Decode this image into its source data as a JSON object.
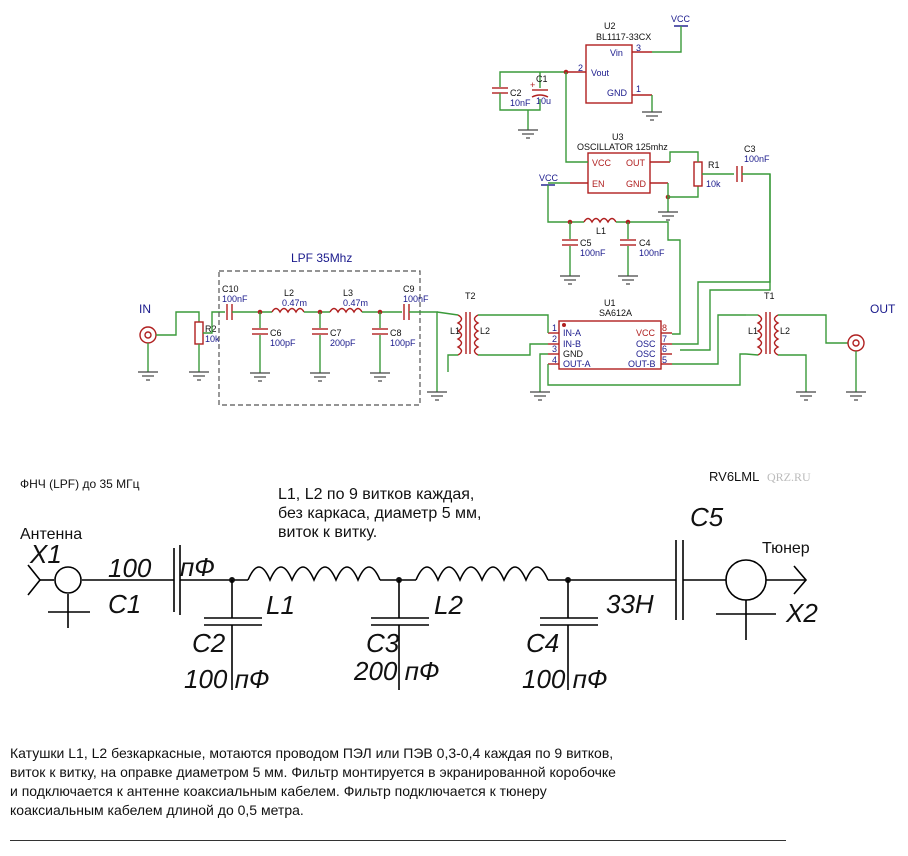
{
  "schematic": {
    "filter_title": "LPF 35Mhz",
    "in_label": "IN",
    "out_label": "OUT",
    "vcc": "VCC",
    "u2": {
      "ref": "U2",
      "part": "BL1117-33CX",
      "pin_vin": "Vin",
      "pin_vout": "Vout",
      "pin_gnd": "GND",
      "n3": "3",
      "n2": "2",
      "n1": "1"
    },
    "u3": {
      "ref": "U3",
      "part": "OSCILLATOR 125mhz",
      "vcc": "VCC",
      "en": "EN",
      "out": "OUT",
      "gnd": "GND"
    },
    "u1": {
      "ref": "U1",
      "part": "SA612A",
      "left_pins": [
        "IN-A",
        "IN-B",
        "GND",
        "OUT-A"
      ],
      "left_nums": [
        "1",
        "2",
        "3",
        "4"
      ],
      "right_pins": [
        "VCC",
        "OSC",
        "OSC",
        "OUT-B"
      ],
      "right_nums": [
        "8",
        "7",
        "6",
        "5"
      ]
    },
    "c1": {
      "ref": "C1",
      "value": "10u"
    },
    "c2": {
      "ref": "C2",
      "value": "10nF"
    },
    "c3": {
      "ref": "C3",
      "value": "100nF"
    },
    "c4": {
      "ref": "C4",
      "value": "100nF"
    },
    "c5": {
      "ref": "C5",
      "value": "100nF"
    },
    "c6": {
      "ref": "C6",
      "value": "100pF"
    },
    "c7": {
      "ref": "C7",
      "value": "200pF"
    },
    "c8": {
      "ref": "C8",
      "value": "100pF"
    },
    "c9": {
      "ref": "C9",
      "value": "100nF"
    },
    "c10": {
      "ref": "C10",
      "value": "100nF"
    },
    "l1": {
      "ref": "L1"
    },
    "l2": {
      "ref": "L2",
      "value": "0.47m"
    },
    "l3": {
      "ref": "L3",
      "value": "0.47m"
    },
    "r1": {
      "ref": "R1",
      "value": "10k"
    },
    "r2": {
      "ref": "R2",
      "value": "10k"
    },
    "t1": {
      "ref": "T1",
      "p": "L1",
      "s": "L2"
    },
    "t2": {
      "ref": "T2",
      "p": "L1",
      "s": "L2"
    }
  },
  "drawing": {
    "title": "ФНЧ (LPF) до 35 МГц",
    "author": "RV6LML",
    "watermark": "QRZ.RU",
    "coil_note": [
      "L1, L2 по 9 витков каждая,",
      "без каркаса, диаметр 5 мм,",
      "виток к витку."
    ],
    "antenna": "Антенна",
    "x1": "X1",
    "x2": "X2",
    "tuner": "Тюнер",
    "c1_value": "100",
    "c1_unit": "пФ",
    "c1_ref": "C1",
    "l1_ref": "L1",
    "l2_ref": "L2",
    "c2_ref": "C2",
    "c2_value": "100 пФ",
    "c3_ref": "C3",
    "c3_value": "200 пФ",
    "c4_ref": "C4",
    "c4_value": "100 пФ",
    "c5_ref": "C5",
    "c5_value": "33Н"
  },
  "notes": [
    "Катушки L1, L2 безкаркасные, мотаются проводом ПЭЛ или ПЭВ 0,3-0,4 каждая по 9 витков,",
    "виток к витку, на оправке диаметром 5 мм. Фильтр монтируется в экранированной коробочке",
    "и подключается к антенне коаксиальным кабелем. Фильтр подключается к тюнеру",
    "коаксиальным кабелем длиной до 0,5 метра."
  ]
}
